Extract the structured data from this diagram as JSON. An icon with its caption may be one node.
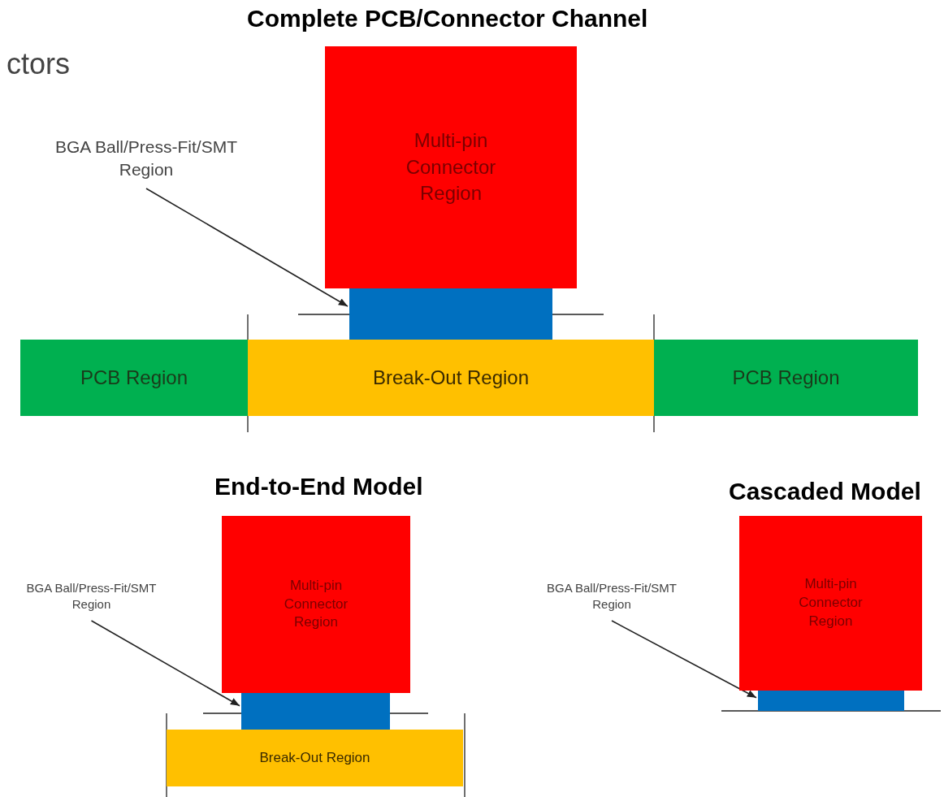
{
  "diagram": {
    "nodes": [
      {
        "text": [
          "Multi-pin Connector Region"
        ]
      },
      {
        "text": [
          "BGA Ball/Press-Fit/SMT Region"
        ]
      },
      {
        "text": [],
        "shape": "box"
      },
      {
        "text": [
          "PCB Region"
        ]
      },
      {
        "text": [
          "Break-Out Region"
        ]
      },
      {
        "text": [
          "PCB Region"
        ]
      },
      {
        "text": [
          "Multi-pin Connector Region"
        ]
      },
      {
        "text": [
          "BGA Ball/Press-Fit/SMT Region"
        ]
      },
      {
        "text": [],
        "shape": "box"
      },
      {
        "text": [
          "Break-Out Region"
        ]
      },
      {
        "text": [
          "Multi-pin Connector Region"
        ]
      },
      {
        "text": [
          "BGA Ball/Press-Fit/SMT Region"
        ]
      },
      {
        "text": [],
        "shape": "box"
      }
    ],
    "edges": [
      {
        "from": 1,
        "to": 2,
        "arrow": "to"
      },
      {
        "from": 7,
        "to": 8,
        "arrow": "to"
      },
      {
        "from": 11,
        "to": 12,
        "arrow": "to"
      }
    ],
    "labels": [
      "Complete PCB/Connector Channel",
      "ctors",
      "End-to-End Model",
      "Cascaded Model"
    ]
  }
}
